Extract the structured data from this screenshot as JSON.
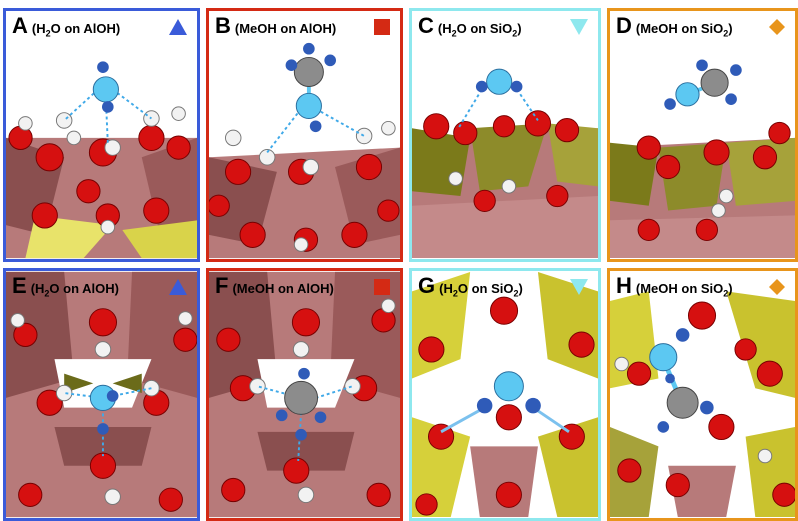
{
  "colors": {
    "blue": "#3a5bd9",
    "red": "#d42a14",
    "cyan": "#8ee8ee",
    "orange": "#e8951c"
  },
  "panels": [
    {
      "letter": "A",
      "caption_pre": "(H",
      "caption_sub": "2",
      "caption_post": "O on AlOH)",
      "marker": "triangle-up",
      "color": "blue"
    },
    {
      "letter": "B",
      "caption_pre": "(MeOH on AlOH)",
      "caption_sub": "",
      "caption_post": "",
      "marker": "square",
      "color": "red"
    },
    {
      "letter": "C",
      "caption_pre": "(H",
      "caption_sub": "2",
      "caption_post": "O on SiO",
      "caption_sub2": "2",
      "caption_end": ")",
      "marker": "triangle-down",
      "color": "cyan"
    },
    {
      "letter": "D",
      "caption_pre": "(MeOH on SiO",
      "caption_sub": "2",
      "caption_post": ")",
      "marker": "diamond",
      "color": "orange"
    },
    {
      "letter": "E",
      "caption_pre": "(H",
      "caption_sub": "2",
      "caption_post": "O on AlOH)",
      "marker": "triangle-up",
      "color": "blue"
    },
    {
      "letter": "F",
      "caption_pre": "(MeOH on AlOH)",
      "caption_sub": "",
      "caption_post": "",
      "marker": "square",
      "color": "red"
    },
    {
      "letter": "G",
      "caption_pre": "(H",
      "caption_sub": "2",
      "caption_post": "O on SiO",
      "caption_sub2": "2",
      "caption_end": ")",
      "marker": "triangle-down",
      "color": "cyan"
    },
    {
      "letter": "H",
      "caption_pre": "(MeOH on SiO",
      "caption_sub": "2",
      "caption_post": ")",
      "marker": "diamond",
      "color": "orange"
    }
  ]
}
